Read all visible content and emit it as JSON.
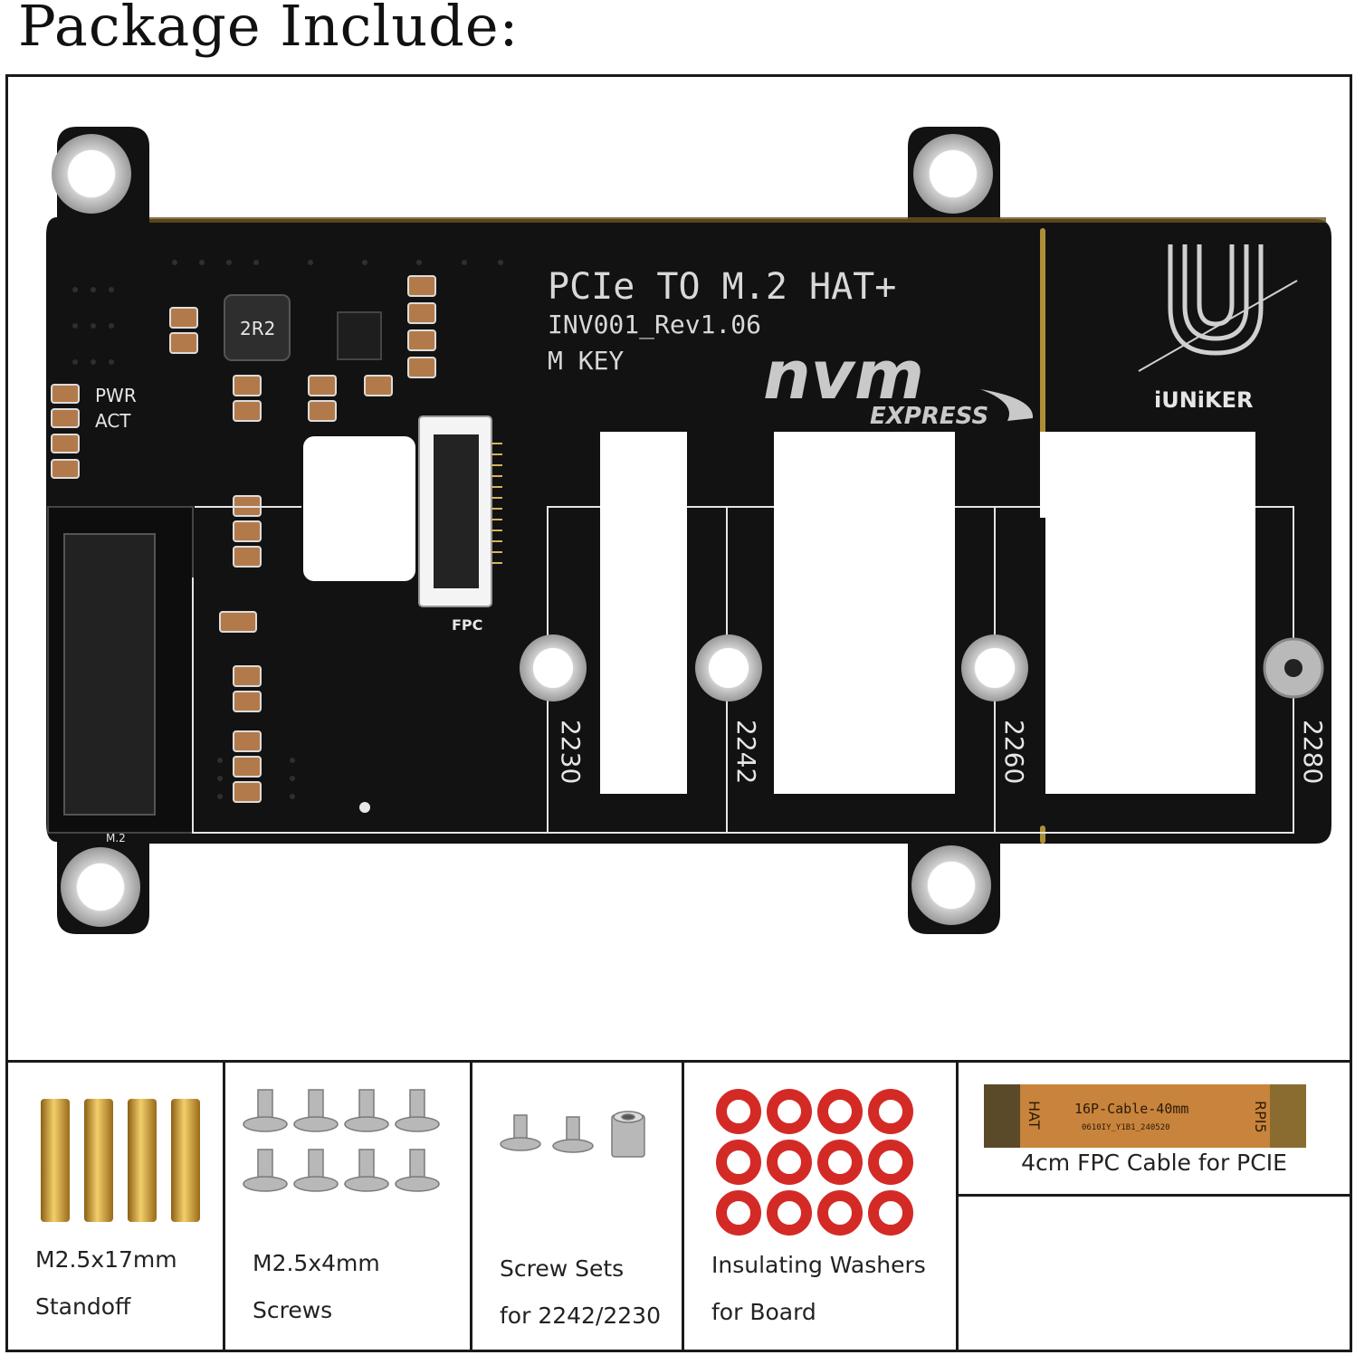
{
  "heading": "Package Include:",
  "board": {
    "title": "PCIe TO M.2 HAT+",
    "revision": "INV001_Rev1.06",
    "key": "M KEY",
    "nvm_logo": "nvm",
    "nvm_sub": "EXPRESS",
    "brand": "iUNiKER",
    "inductor": "2R2",
    "led_pwr": "PWR",
    "led_act": "ACT",
    "fpc": "FPC",
    "m2": "M.2",
    "sizes": [
      "2230",
      "2242",
      "2260",
      "2280"
    ]
  },
  "items": [
    {
      "line1": "M2.5x17mm",
      "line2": "Standoff"
    },
    {
      "line1": "M2.5x4mm",
      "line2": "Screws"
    },
    {
      "line1": "Screw Sets",
      "line2": "for 2242/2230"
    },
    {
      "line1": "Insulating Washers",
      "line2": "for Board"
    }
  ],
  "cable": {
    "label": "4cm FPC Cable for PCIE",
    "end_left": "HAT",
    "end_right": "RPI5",
    "print_main": "16P-Cable-40mm",
    "print_small": "0610IY_Y1B1_240520"
  },
  "colors": {
    "pcb": "#121212",
    "brass": "#d9a436",
    "washer": "#d42a26",
    "cable": "#c8843c"
  }
}
